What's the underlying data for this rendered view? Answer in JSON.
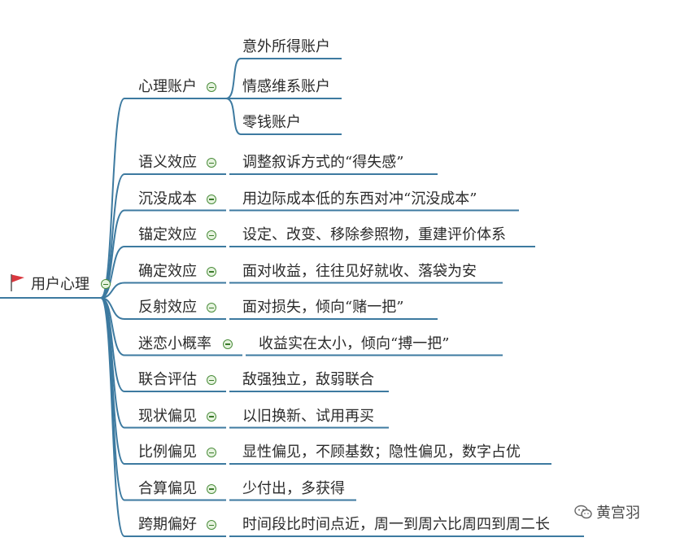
{
  "root": {
    "label": "用户心理"
  },
  "branches": [
    {
      "label": "心理账户",
      "children": [
        "意外所得账户",
        "情感维系账户",
        "零钱账户"
      ]
    },
    {
      "label": "语义效应",
      "children": [
        "调整叙诉方式的“得失感”"
      ]
    },
    {
      "label": "沉没成本",
      "children": [
        "用边际成本低的东西对冲“沉没成本”"
      ]
    },
    {
      "label": "锚定效应",
      "children": [
        "设定、改变、移除参照物，重建评价体系"
      ]
    },
    {
      "label": "确定效应",
      "children": [
        "面对收益，往往见好就收、落袋为安"
      ]
    },
    {
      "label": "反射效应",
      "children": [
        "面对损失，倾向“赌一把”"
      ]
    },
    {
      "label": "迷恋小概率",
      "children": [
        "收益实在太小，倾向“搏一把”"
      ]
    },
    {
      "label": "联合评估",
      "children": [
        "敌强独立，敌弱联合"
      ]
    },
    {
      "label": "现状偏见",
      "children": [
        "以旧换新、试用再买"
      ]
    },
    {
      "label": "比例偏见",
      "children": [
        "显性偏见，不顾基数；隐性偏见，数字占优"
      ]
    },
    {
      "label": "合算偏见",
      "children": [
        "少付出，多获得"
      ]
    },
    {
      "label": "跨期偏好",
      "children": [
        "时间段比时间点近，周一到周六比周四到周二长"
      ]
    }
  ],
  "watermark": {
    "text": "黄宫羽"
  },
  "colors": {
    "line": "#3d7aa0",
    "text": "#2b2b2b",
    "flag": "#d9383f",
    "collapse": "#4a8c3a"
  }
}
